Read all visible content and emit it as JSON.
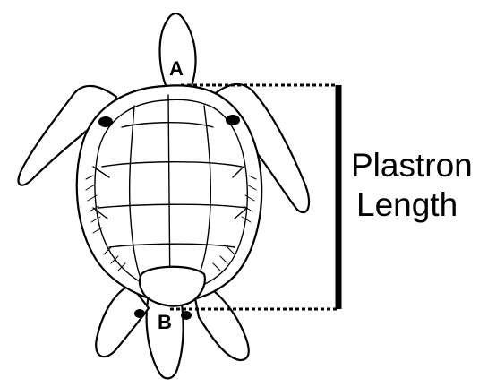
{
  "diagram": {
    "point_a": "A",
    "point_b": "B",
    "measurement_line1": "Plastron",
    "measurement_line2": "Length"
  },
  "colors": {
    "ink": "#000000",
    "background": "#ffffff",
    "shell_fill": "#ffffff"
  }
}
